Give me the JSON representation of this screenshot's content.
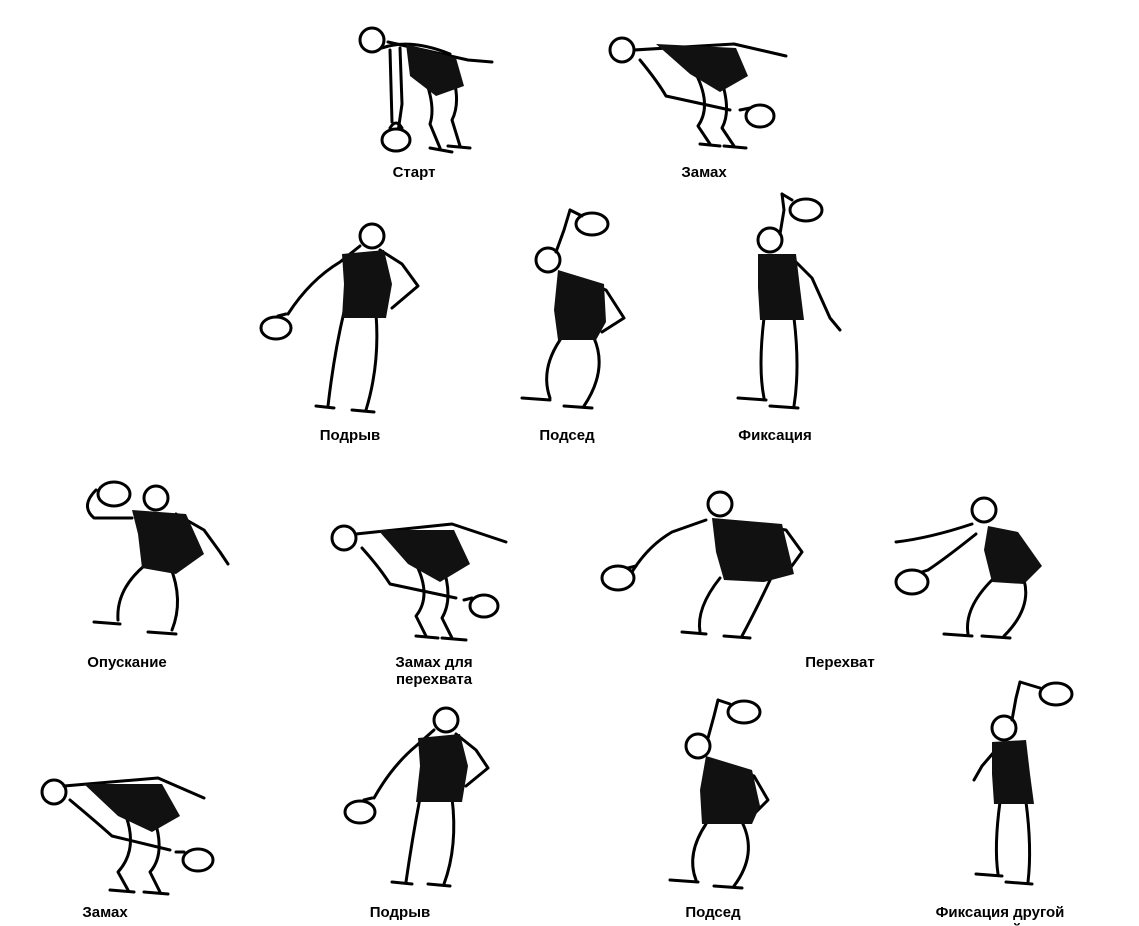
{
  "colors": {
    "ink": "#000000",
    "paper": "#ffffff",
    "singlet": "#111111"
  },
  "steps": [
    {
      "id": "start",
      "label": "Старт",
      "pose": "bent-low",
      "kettlebell": "floor"
    },
    {
      "id": "swing-1",
      "label": "Замах",
      "pose": "bent",
      "kettlebell": "back"
    },
    {
      "id": "pull-1",
      "label": "Подрыв",
      "pose": "lean-back",
      "kettlebell": "front-low"
    },
    {
      "id": "squat-1",
      "label": "Подсед",
      "pose": "squat-up",
      "kettlebell": "overhead"
    },
    {
      "id": "lockout-1",
      "label": "Фиксация",
      "pose": "stand-up",
      "kettlebell": "overhead"
    },
    {
      "id": "lowering",
      "label": "Опускание",
      "pose": "lower",
      "kettlebell": "shoulder"
    },
    {
      "id": "swing-switch",
      "label": "Замах для\nперехвата",
      "pose": "bent",
      "kettlebell": "back"
    },
    {
      "id": "switch-a",
      "label": "Перехват",
      "pose": "reach",
      "kettlebell": "front-low"
    },
    {
      "id": "switch-b",
      "label": "",
      "pose": "reach",
      "kettlebell": "front-low"
    },
    {
      "id": "swing-2",
      "label": "Замах",
      "pose": "bent-low",
      "kettlebell": "back"
    },
    {
      "id": "pull-2",
      "label": "Подрыв",
      "pose": "lean-back",
      "kettlebell": "front-low"
    },
    {
      "id": "squat-2",
      "label": "Подсед",
      "pose": "squat-up",
      "kettlebell": "overhead"
    },
    {
      "id": "lockout-2",
      "label": "Фиксация другой рукой",
      "pose": "stand-up",
      "kettlebell": "overhead"
    }
  ]
}
